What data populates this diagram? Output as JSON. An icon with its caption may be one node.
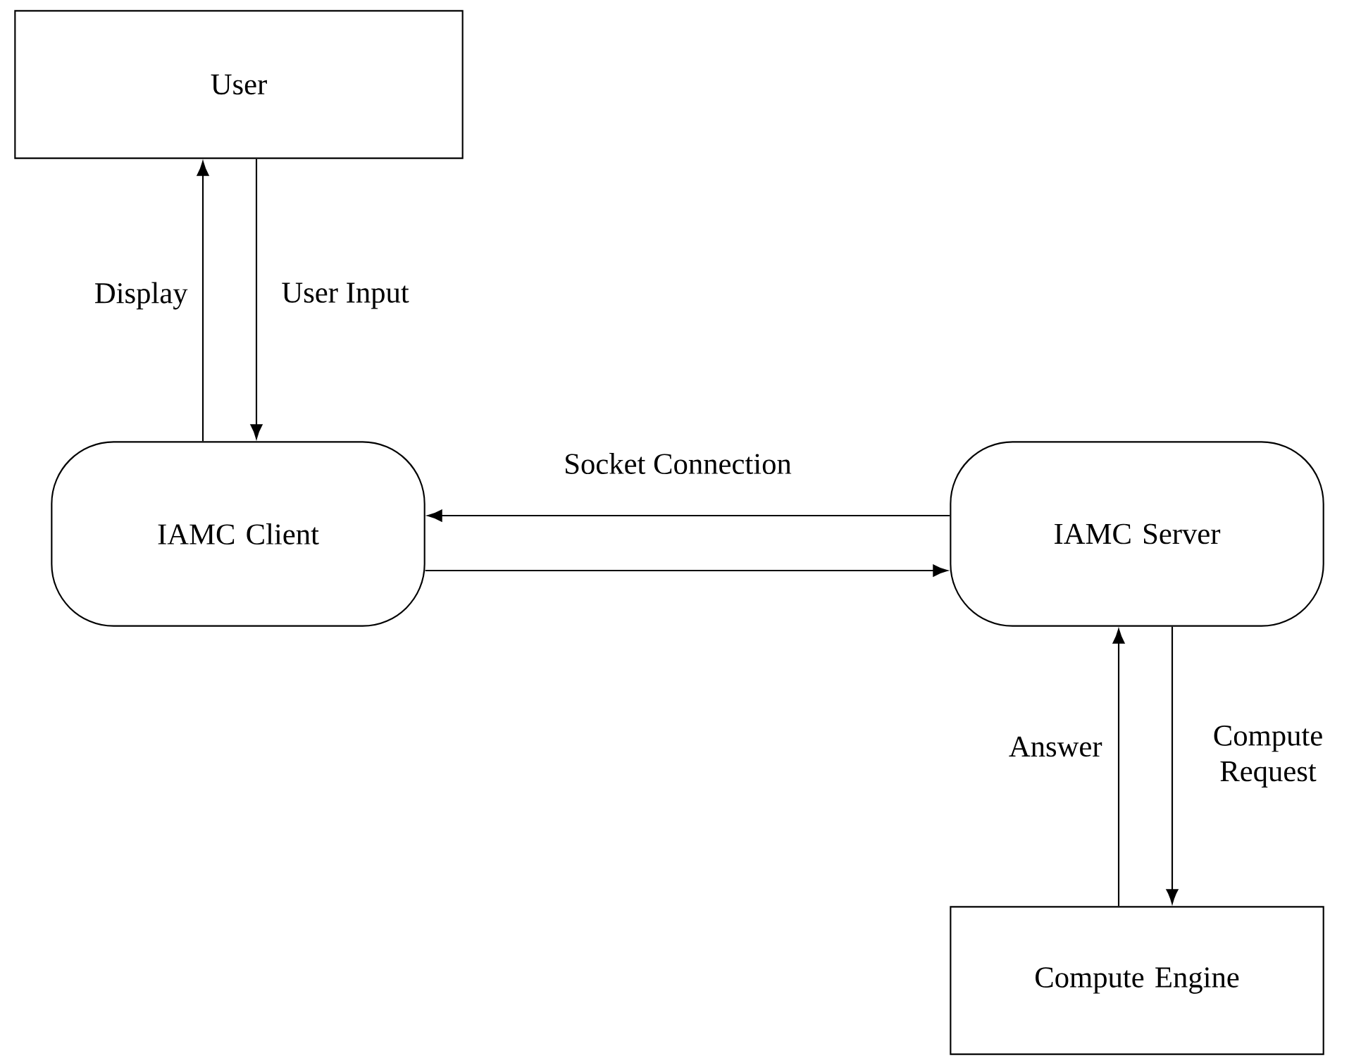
{
  "diagram": {
    "nodes": [
      {
        "text": [
          "User"
        ]
      },
      {
        "text": [
          "IAMC Client"
        ]
      },
      {
        "text": [
          "IAMC Server"
        ]
      },
      {
        "text": [
          "Compute Engine"
        ]
      }
    ],
    "edges": [
      {
        "from": 1,
        "to": 0,
        "arrow": "to",
        "label": "Display"
      },
      {
        "from": 0,
        "to": 1,
        "arrow": "to",
        "label": "User Input"
      },
      {
        "from": 2,
        "to": 1,
        "arrow": "to",
        "label": "Socket Connection"
      },
      {
        "from": 1,
        "to": 2,
        "arrow": "to"
      },
      {
        "from": 3,
        "to": 2,
        "arrow": "to",
        "label": "Answer"
      },
      {
        "from": 2,
        "to": 3,
        "arrow": "to",
        "label": "Compute Request"
      }
    ]
  }
}
